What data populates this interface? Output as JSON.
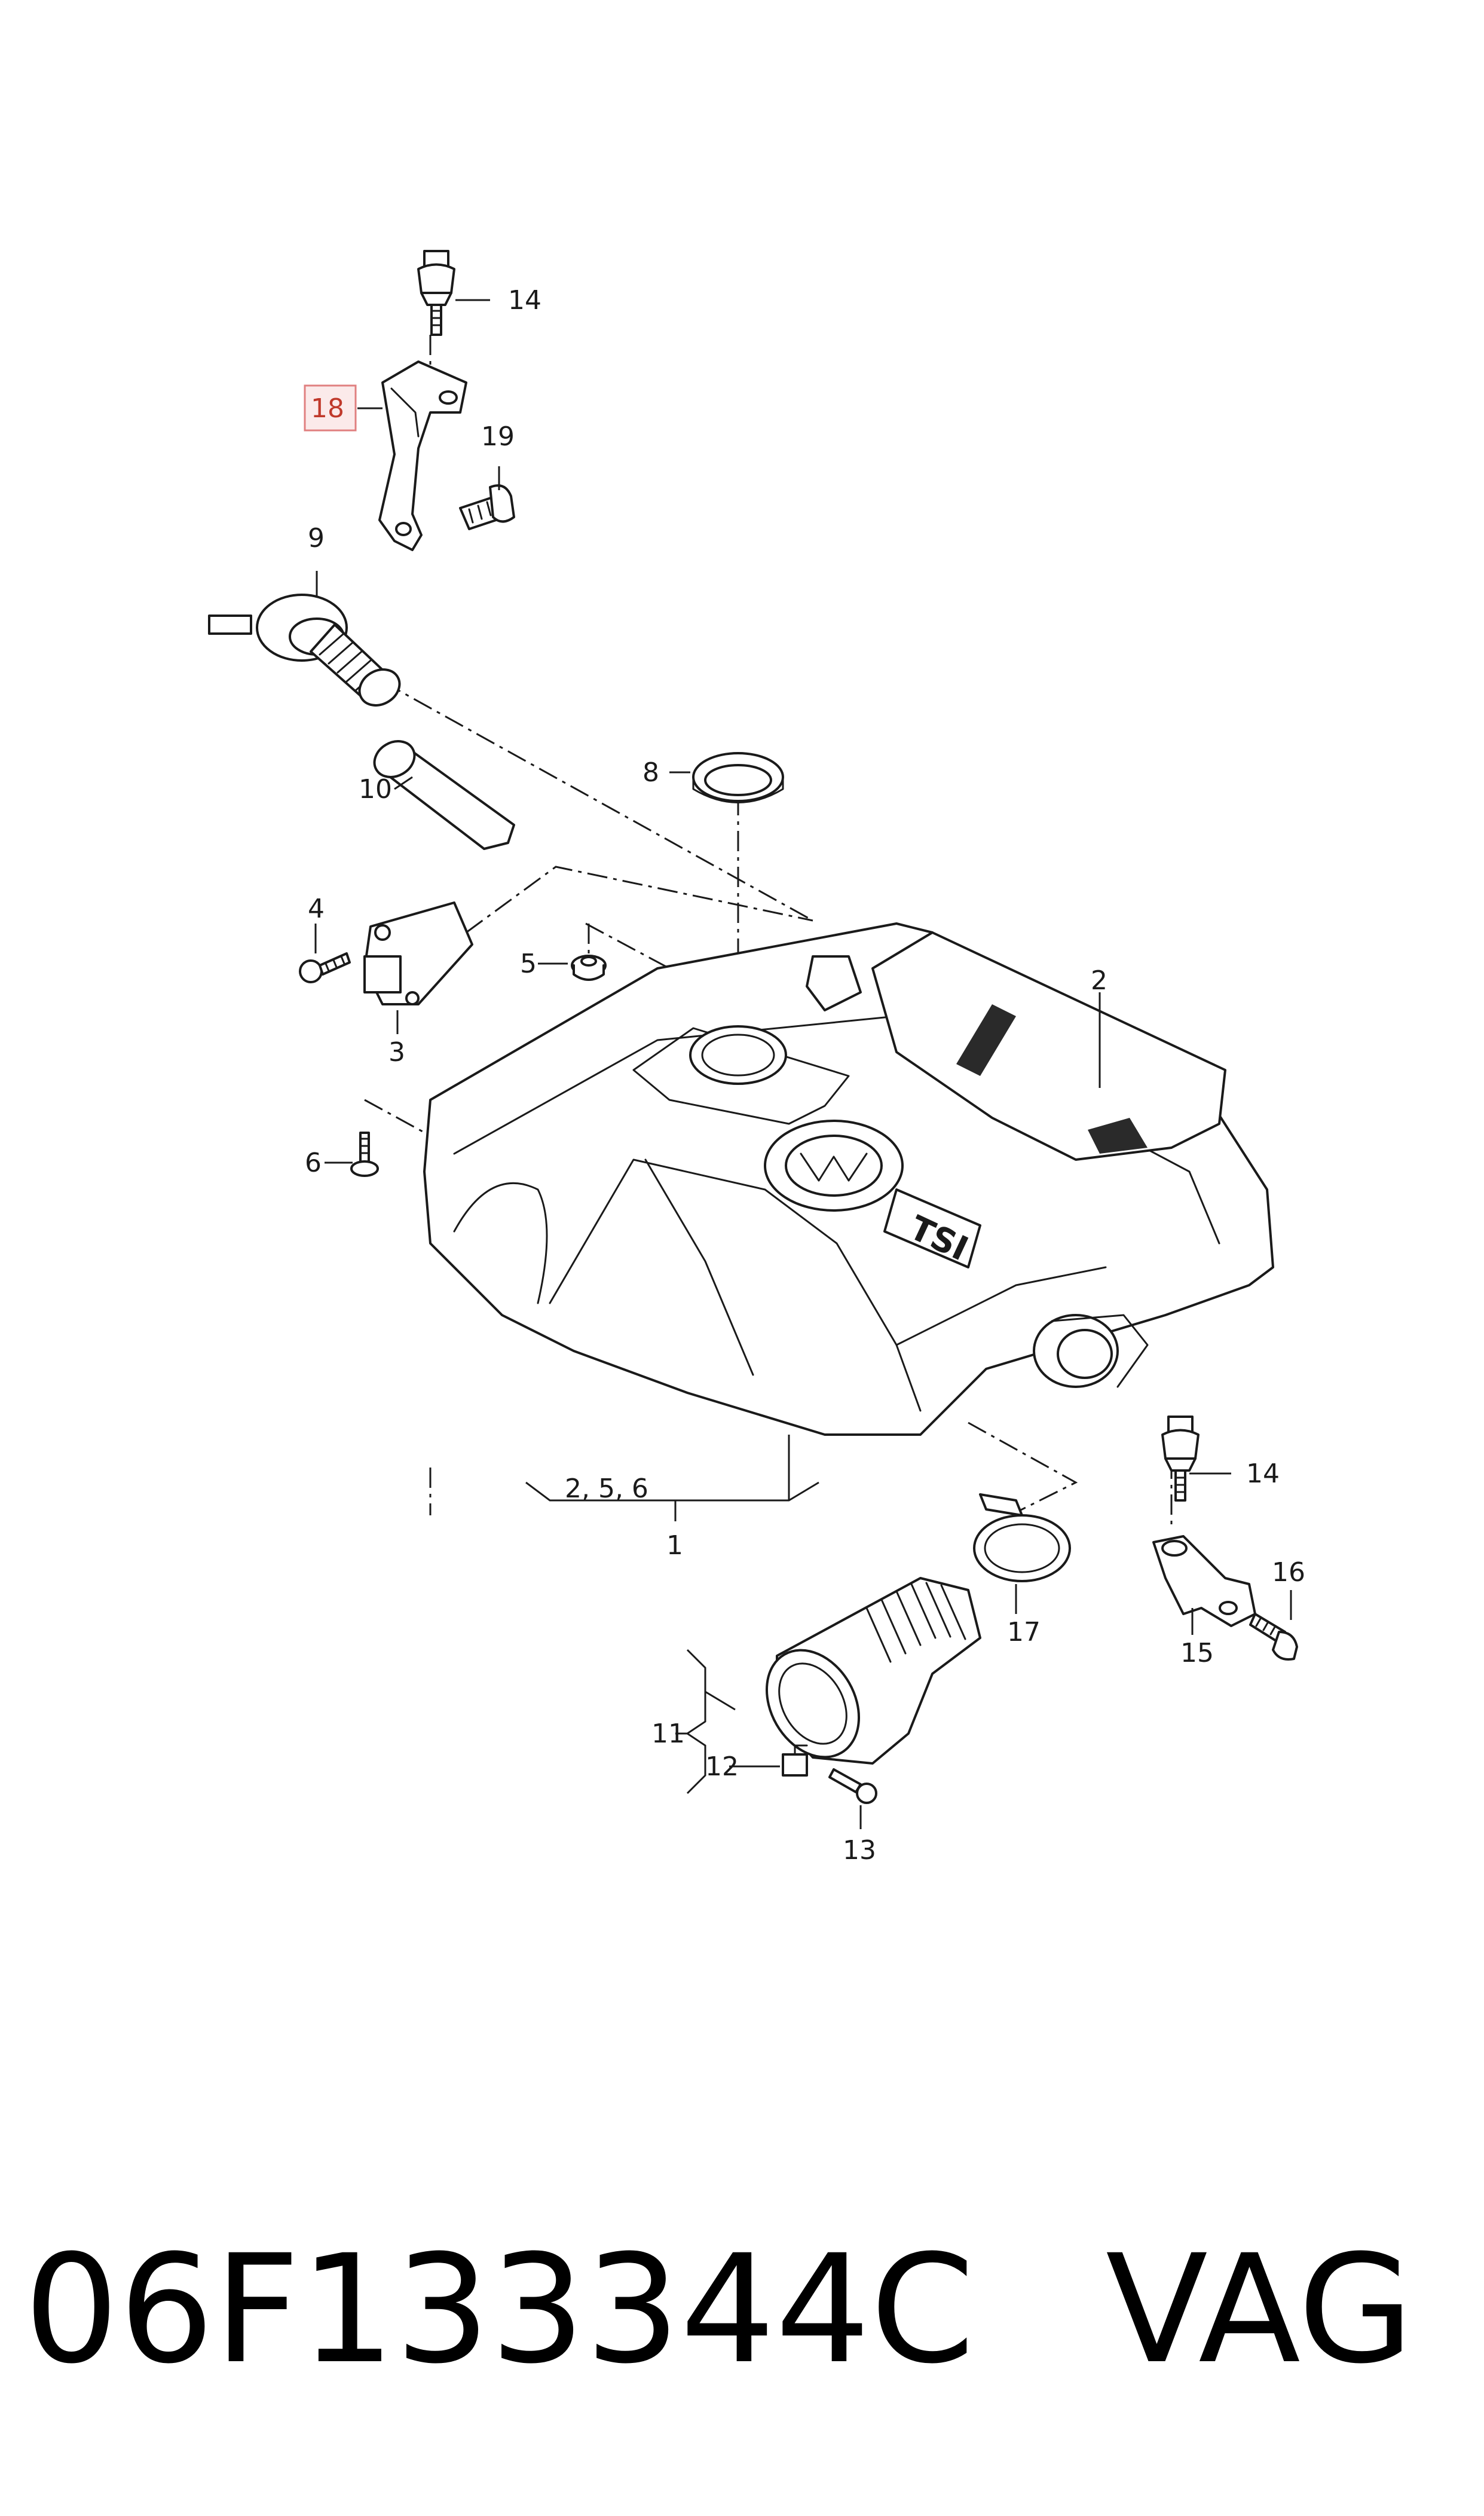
{
  "diagram": {
    "callouts": {
      "c1": "1",
      "c2": "2",
      "c3": "3",
      "c4": "4",
      "c5": "5",
      "c6": "6",
      "c8": "8",
      "c9": "9",
      "c10": "10",
      "c11": "11",
      "c12": "12",
      "c13": "13",
      "c14_top": "14",
      "c14_right": "14",
      "c15": "15",
      "c16": "16",
      "c17": "17",
      "c18": "18",
      "c19": "19",
      "c256": "2, 5, 6"
    },
    "cover_emblem_text": "TSI",
    "highlighted_part": "18",
    "highlight_color": "#e08080"
  },
  "footer": {
    "part_number": "06F133344C",
    "brand": "VAG"
  }
}
